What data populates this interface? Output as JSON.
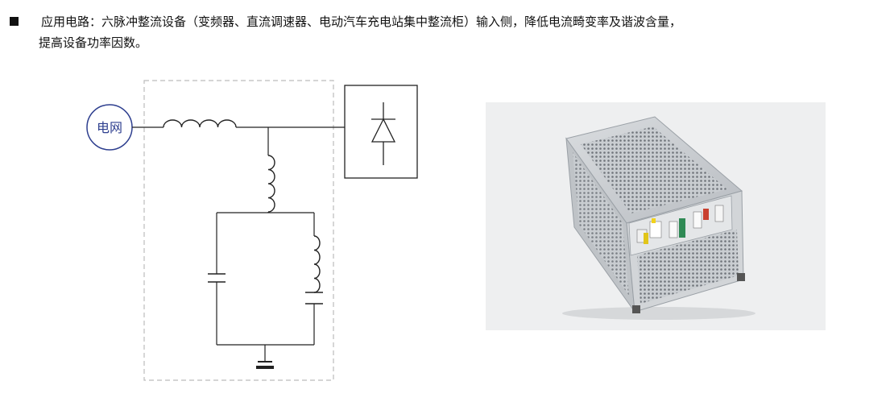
{
  "bullet_text_line1": "应用电路：六脉冲整流设备（变频器、直流调速器、电动汽车充电站集中整流柜）输入侧，降低电流畸变率及谐波含量，",
  "bullet_text_line2": "提高设备功率因数。",
  "diagram": {
    "grid_label": "电网"
  },
  "product_photo": {
    "subject": "harmonic-filter-enclosure"
  },
  "colors": {
    "text": "#111111",
    "dashed_box": "#bcbcbc",
    "photo_bg": "#eeeff0"
  }
}
